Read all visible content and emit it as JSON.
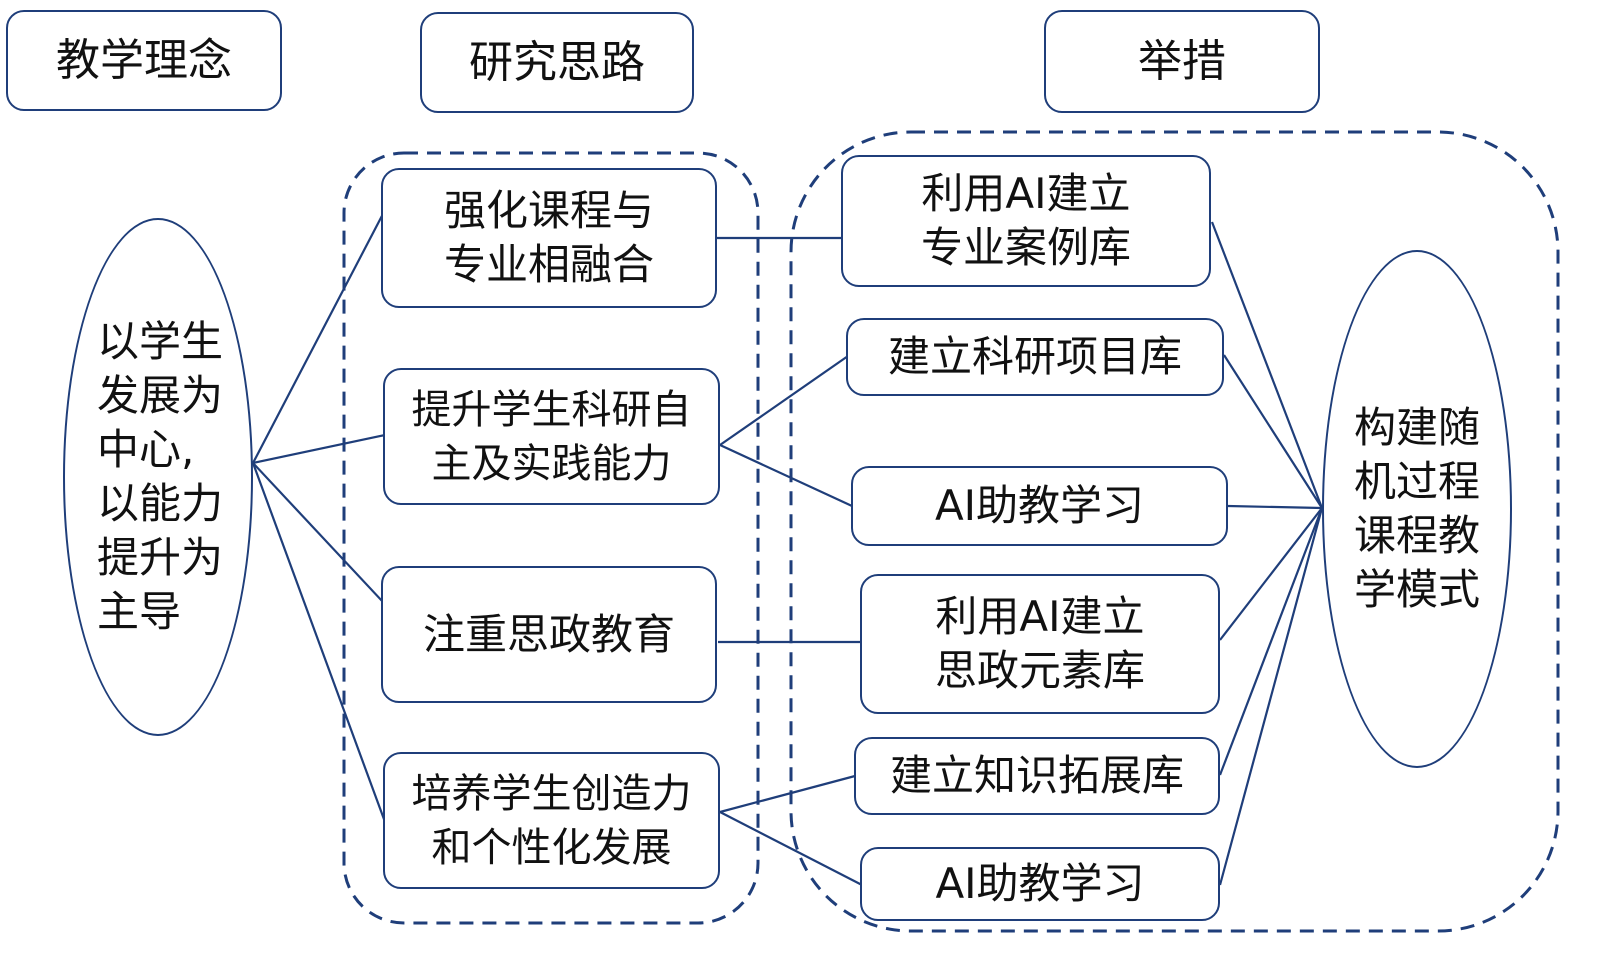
{
  "headers": {
    "philosophy": "教学理念",
    "approach": "研究思路",
    "measures": "举措"
  },
  "center_left": "以学生\n发展为\n中心,\n以能力\n提升为\n主导",
  "approaches": [
    "强化课程与\n专业相融合",
    "提升学生科研自\n主及实践能力",
    "注重思政教育",
    "培养学生创造力\n和个性化发展"
  ],
  "measures": [
    "利用AI建立\n专业案例库",
    "建立科研项目库",
    "AI助教学习",
    "利用AI建立\n思政元素库",
    "建立知识拓展库",
    "AI助教学习"
  ],
  "outcome": "构建随\n机过程\n课程教\n学模式",
  "colors": {
    "stroke": "#1f3e7a"
  }
}
